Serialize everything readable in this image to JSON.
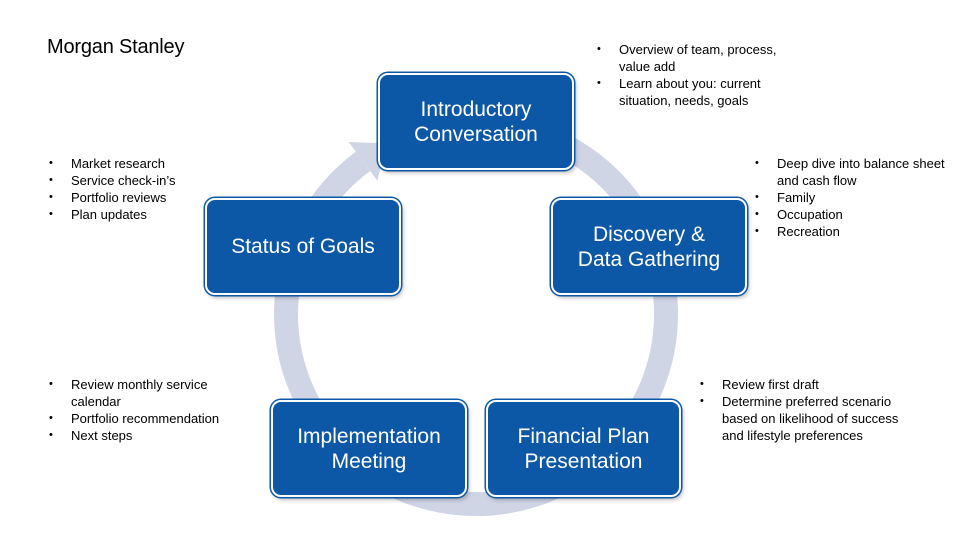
{
  "brand": {
    "logo_text": "Morgan Stanley"
  },
  "colors": {
    "box_fill": "#0d58a6",
    "ring": "#d0d5e6",
    "text_on_box": "#ffffff"
  },
  "steps": [
    {
      "label": "Introductory\nConversation"
    },
    {
      "label": "Discovery &\nData Gathering"
    },
    {
      "label": "Financial Plan\nPresentation"
    },
    {
      "label": "Implementation\nMeeting"
    },
    {
      "label": "Status of Goals"
    }
  ],
  "notes": {
    "introductory": [
      "Overview of team, process, value add",
      "Learn about you: current situation, needs, goals"
    ],
    "discovery": [
      "Deep dive into balance sheet and cash flow",
      "Family",
      "Occupation",
      "Recreation"
    ],
    "financial_plan": [
      "Review first draft",
      "Determine preferred scenario based on likelihood of success and lifestyle preferences"
    ],
    "implementation": [
      "Review monthly service calendar",
      "Portfolio recommendation",
      "Next steps"
    ],
    "status_of_goals": [
      "Market research",
      "Service check-in’s",
      "Portfolio reviews",
      "Plan updates"
    ]
  }
}
